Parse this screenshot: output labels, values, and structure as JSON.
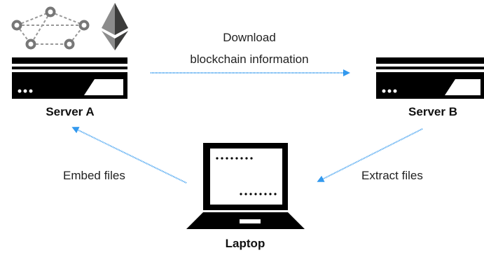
{
  "arrow_label": {
    "line1": "Download",
    "line2": "blockchain information"
  },
  "nodes": {
    "server_a": "Server A",
    "server_b": "Server B",
    "laptop": "Laptop"
  },
  "edges": {
    "embed": "Embed files",
    "extract": "Extract files"
  },
  "colors": {
    "arrow": "#3399ee",
    "server": "#000000",
    "network_nodes": "#777777",
    "ethereum_dark": "#3c3c3b",
    "ethereum_mid": "#8c8c8c"
  },
  "icons": [
    "network-graph-icon",
    "ethereum-icon",
    "server-icon",
    "laptop-icon"
  ]
}
